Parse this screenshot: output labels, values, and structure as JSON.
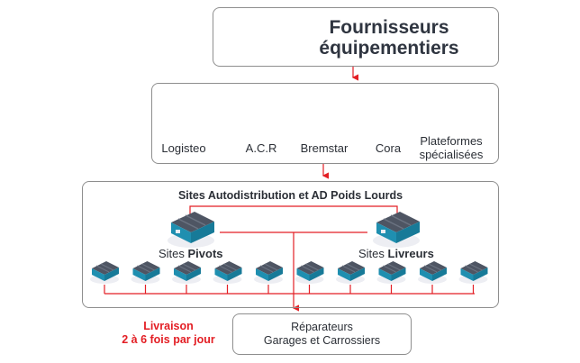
{
  "top": {
    "title_line1": "Fournisseurs",
    "title_line2": "équipementiers",
    "icon": "factory-icon"
  },
  "distributors": [
    {
      "label": "Logisteo",
      "icon": "warehouse-icon"
    },
    {
      "label": "A.C.R",
      "icon": "warehouse-icon"
    },
    {
      "label": "Bremstar",
      "icon": "warehouse-icon"
    },
    {
      "label": "Cora",
      "icon": "warehouse-icon"
    },
    {
      "label_line1": "Plateformes",
      "label_line2": "spécialisées",
      "icon": "warehouse-icon"
    }
  ],
  "ad": {
    "title": "Sites Autodistribution et AD Poids Lourds",
    "pivots": {
      "prefix": "Sites ",
      "bold": "Pivots"
    },
    "livreurs": {
      "prefix": "Sites ",
      "bold": "Livreurs"
    },
    "small_sites_count": 10
  },
  "bottom": {
    "line1": "Réparateurs",
    "line2": "Garages et Carrossiers"
  },
  "delivery": {
    "line1": "Livraison",
    "line2": "2 à 6 fois par jour"
  },
  "colors": {
    "accent": "#e31e24",
    "border": "#8e8e8e",
    "text": "#2b2f36",
    "site_blue": "#1f8fb0"
  }
}
